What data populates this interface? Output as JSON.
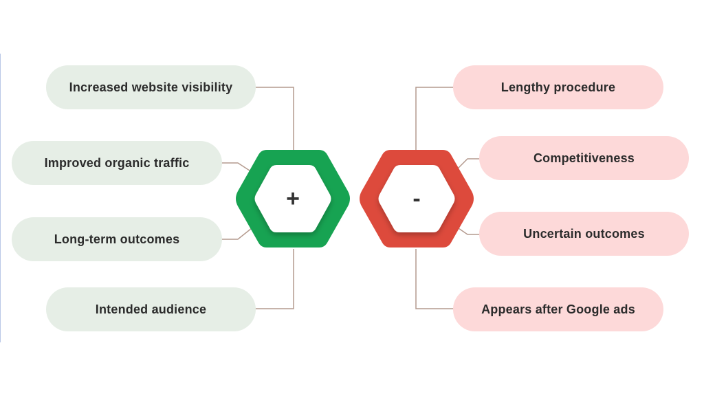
{
  "diagram": {
    "pros": {
      "symbol": "+",
      "color": "#17a352",
      "items": [
        "Increased website visibility",
        "Improved organic traffic",
        "Long-term outcomes",
        "Intended audience"
      ]
    },
    "cons": {
      "symbol": "-",
      "color": "#dd4a3c",
      "items": [
        "Lengthy procedure",
        "Competitiveness",
        "Uncertain outcomes",
        "Appears after Google ads"
      ]
    },
    "connector_color": "#b49a8e"
  }
}
